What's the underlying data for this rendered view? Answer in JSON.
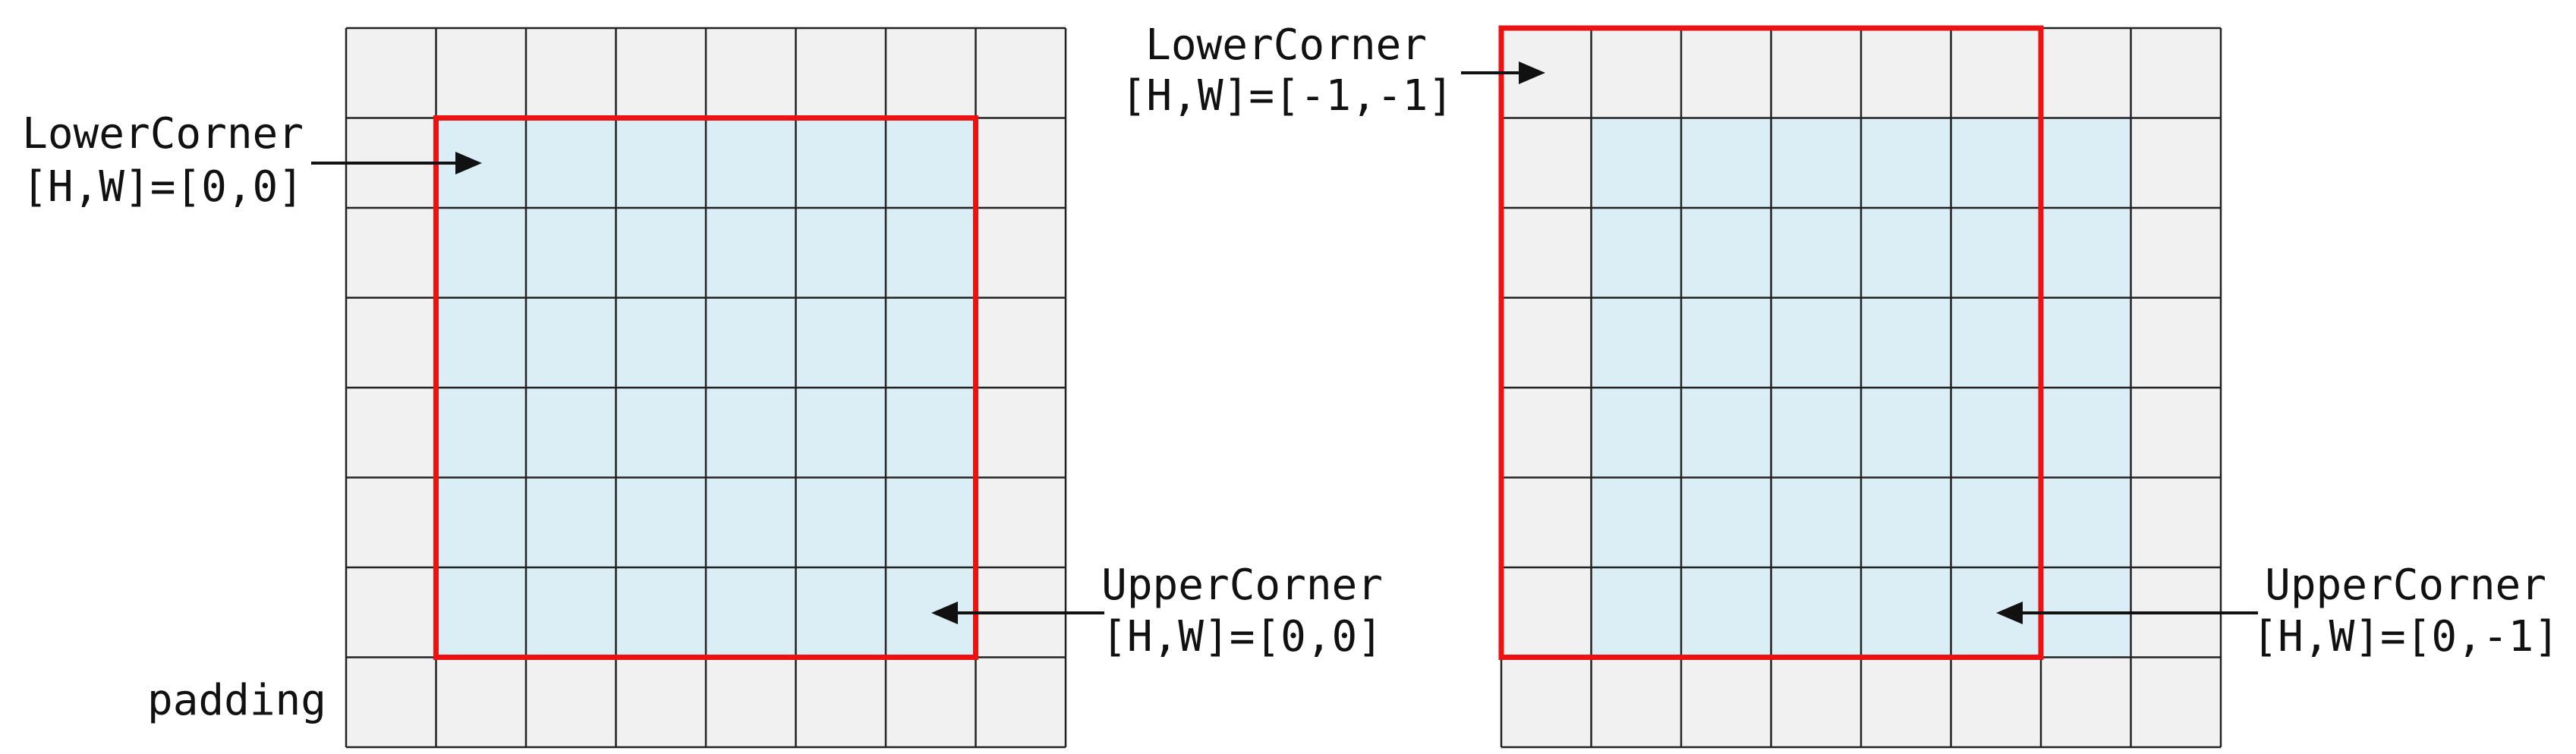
{
  "colors": {
    "padding_cell": "#f1f1f1",
    "interior_cell": "#dbeef5",
    "grid_line": "#222222",
    "frame": "#ee1111",
    "text": "#111111"
  },
  "grid": {
    "rows": 8,
    "cols": 8
  },
  "panels": [
    {
      "interior": {
        "row_start": 1,
        "row_end": 7,
        "col_start": 1,
        "col_end": 7
      },
      "frame": {
        "row_start": 1,
        "row_end": 7,
        "col_start": 1,
        "col_end": 7
      },
      "lower_corner": {
        "title": "LowerCorner",
        "value": "[H,W]=[0,0]"
      },
      "upper_corner": {
        "title": "UpperCorner",
        "value": "[H,W]=[0,0]"
      },
      "padding_label": "padding"
    },
    {
      "interior": {
        "row_start": 1,
        "row_end": 7,
        "col_start": 1,
        "col_end": 7
      },
      "frame": {
        "row_start": 0,
        "row_end": 7,
        "col_start": 0,
        "col_end": 6
      },
      "lower_corner": {
        "title": "LowerCorner",
        "value": "[H,W]=[-1,-1]"
      },
      "upper_corner": {
        "title": "UpperCorner",
        "value": "[H,W]=[0,-1]"
      }
    }
  ]
}
